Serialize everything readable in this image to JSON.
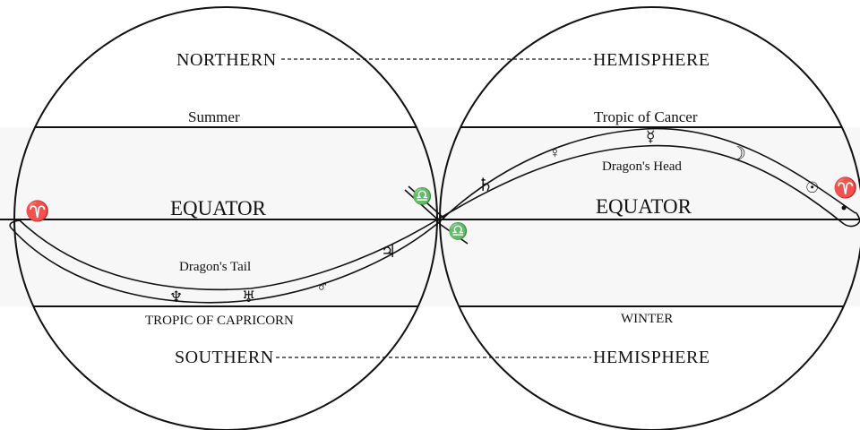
{
  "labels": {
    "northern": "NORTHERN",
    "southern": "SOUTHERN",
    "hemisphere_north": "HEMISPHERE",
    "hemisphere_south": "HEMISPHERE",
    "summer": "Summer",
    "winter": "WINTER",
    "equator_left": "EQUATOR",
    "equator_right": "EQUATOR",
    "tropic_cancer": "Tropic of Cancer",
    "tropic_capricorn": "TROPIC OF CAPRICORN",
    "dragons_head": "Dragon's Head",
    "dragons_tail": "Dragon's Tail"
  },
  "symbols": {
    "aries_left": "♈",
    "aries_right": "♈",
    "neptune": "♆",
    "uranus": "♅",
    "mars": "♂",
    "jupiter": "♃",
    "saturn": "♄",
    "venus": "♀",
    "mercury": "☿",
    "moon": "☽",
    "sun": "☉",
    "libra_upper": "♎",
    "libra_lower": "♎"
  },
  "colors": {
    "ink": "#111111",
    "band": "#f5f5f5",
    "paper": "#ffffff"
  }
}
